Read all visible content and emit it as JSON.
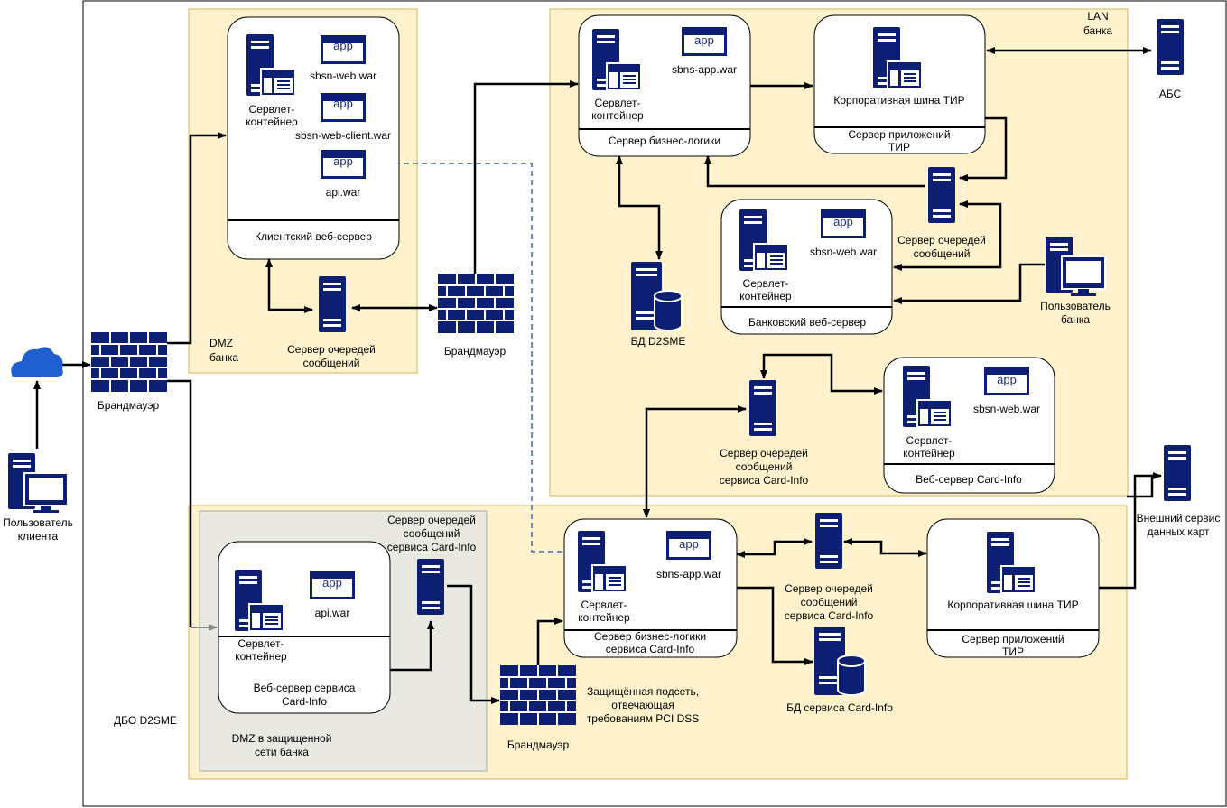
{
  "zones": {
    "dmz": [
      "DMZ",
      "банка"
    ],
    "lan": [
      "LAN",
      "банка"
    ],
    "dbo": "ДБО D2SME",
    "dmz_protected": [
      "DMZ в защищенной",
      "сети банка"
    ],
    "protected_subnet": [
      "Защищённая подсеть,",
      "отвечающая",
      "требованиям PCI DSS"
    ]
  },
  "nodes": {
    "client_user": [
      "Пользователь",
      "клиента"
    ],
    "firewall_main": "Брандмауэр",
    "firewall_dmz": "Брандмауэр",
    "firewall_pci": "Брандмауэр",
    "dmz_queue": [
      "Сервер очередей",
      "сообщений"
    ],
    "abs": "АБС",
    "lan_queue": [
      "Сервер очередей",
      "сообщений"
    ],
    "bank_user": [
      "Пользователь",
      "банка"
    ],
    "db_d2sme": "БД D2SME",
    "cardinfo_queue_lan": [
      "Сервер очередей",
      "сообщений",
      "сервиса Card-Info"
    ],
    "external_service": [
      "Внешний сервис",
      "данных карт"
    ],
    "cardinfo_queue_dmz": [
      "Сервер очередей",
      "сообщений",
      "сервиса Card-Info"
    ],
    "cardinfo_queue_pci": [
      "Сервер очередей",
      "сообщений",
      "сервиса Card-Info"
    ],
    "cardinfo_db": "БД сервиса Card-Info"
  },
  "boxes": {
    "client_web": {
      "container": [
        "Сервлет-",
        "контейнер"
      ],
      "apps": [
        "sbsn-web.war",
        "sbsn-web-client.war",
        "api.war"
      ],
      "title": "Клиентский веб-сервер"
    },
    "biz_logic": {
      "container": [
        "Сервлет-",
        "контейнер"
      ],
      "apps": [
        "sbns-app.war"
      ],
      "title": "Сервер бизнес-логики"
    },
    "tir_bus": {
      "label": "Корпоративная шина ТИР",
      "title": [
        "Сервер приложений",
        "ТИР"
      ]
    },
    "bank_web": {
      "container": [
        "Сервлет-",
        "контейнер"
      ],
      "apps": [
        "sbsn-web.war"
      ],
      "title": "Банковский веб-сервер"
    },
    "cardinfo_web": {
      "container": [
        "Сервлет-",
        "контейнер"
      ],
      "apps": [
        "sbsn-web.war"
      ],
      "title": "Веб-сервер Card-Info"
    },
    "cardinfo_dmz_web": {
      "container": [
        "Сервлет-",
        "контейнер"
      ],
      "apps": [
        "api.war"
      ],
      "title": [
        "Веб-сервер сервиса",
        "Card-Info"
      ]
    },
    "cardinfo_biz": {
      "container": [
        "Сервлет-",
        "контейнер"
      ],
      "apps": [
        "sbns-app.war"
      ],
      "title": [
        "Сервер бизнес-логики",
        "сервиса Card-Info"
      ]
    },
    "cardinfo_tir": {
      "label": "Корпоративная шина ТИР",
      "title": [
        "Сервер приложений",
        "ТИР"
      ]
    }
  },
  "app_badge": "app",
  "icons": {
    "server": "server-icon",
    "firewall": "firewall-icon",
    "cloud": "cloud-icon",
    "workstation": "workstation-icon",
    "database": "database-icon",
    "app_window": "app-window-icon"
  },
  "colors": {
    "zone_fill": "#fff2cc",
    "zone_stroke": "#d6b656",
    "dmz_inner_fill": "#e9e9e2",
    "icon_navy": "#0d1f73",
    "dashed_link": "#6c8ebf"
  }
}
